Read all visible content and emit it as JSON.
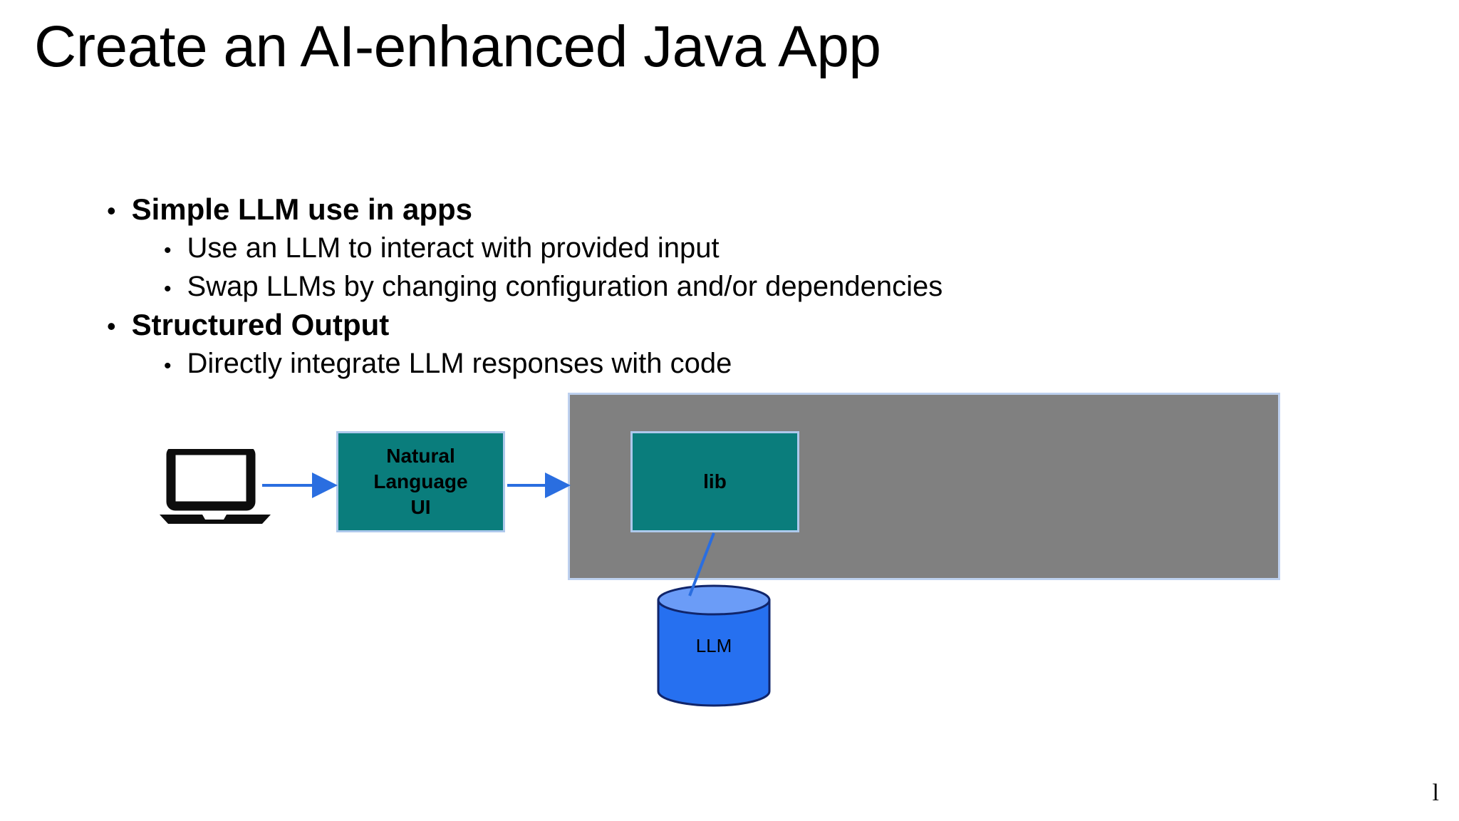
{
  "slide": {
    "title": "Create an AI-enhanced Java App",
    "footer_mark": "l",
    "background_color": "#ffffff"
  },
  "body": {
    "bullets": [
      {
        "level": 1,
        "marker": "•",
        "text": "Simple LLM use in apps",
        "bold": true
      },
      {
        "level": 2,
        "marker": "•",
        "text": "Use an LLM to interact with provided input",
        "bold": false
      },
      {
        "level": 2,
        "marker": "•",
        "text": "Swap LLMs by changing configuration and/or dependencies",
        "bold": false
      },
      {
        "level": 1,
        "marker": "•",
        "text": "Structured Output",
        "bold": true
      },
      {
        "level": 2,
        "marker": "•",
        "text": "Directly integrate LLM responses with code",
        "bold": false
      }
    ]
  },
  "diagram": {
    "laptop": {
      "icon": "laptop-icon",
      "color": "#000000"
    },
    "container": {
      "label": "",
      "fill": "#808080",
      "border": "#bdd0ee"
    },
    "boxes": [
      {
        "id": "natural-language-ui",
        "label": "Natural\nLanguage\nUI",
        "lines": [
          "Natural",
          "Language",
          "UI"
        ],
        "fill": "#0a7d7c",
        "border": "#aec9ec",
        "text_color": "#000000"
      },
      {
        "id": "lib",
        "label": "lib",
        "lines": [
          "lib"
        ],
        "fill": "#0a7d7c",
        "border": "#aec9ec",
        "text_color": "#000000"
      }
    ],
    "datastore": {
      "id": "llm-datastore",
      "label": "LLM",
      "body_fill": "#2670f0",
      "top_fill": "#6b9cf7",
      "stroke": "#10256b"
    },
    "connectors": [
      {
        "id": "laptop-to-nlui",
        "from": "laptop-icon",
        "to": "natural-language-ui",
        "color": "#2a6ee0",
        "arrowhead": true
      },
      {
        "id": "nlui-to-container",
        "from": "natural-language-ui",
        "to": "container",
        "color": "#2a6ee0",
        "arrowhead": true
      },
      {
        "id": "lib-to-llm",
        "from": "lib",
        "to": "llm-datastore",
        "color": "#2a6ee0",
        "arrowhead": false
      }
    ]
  }
}
